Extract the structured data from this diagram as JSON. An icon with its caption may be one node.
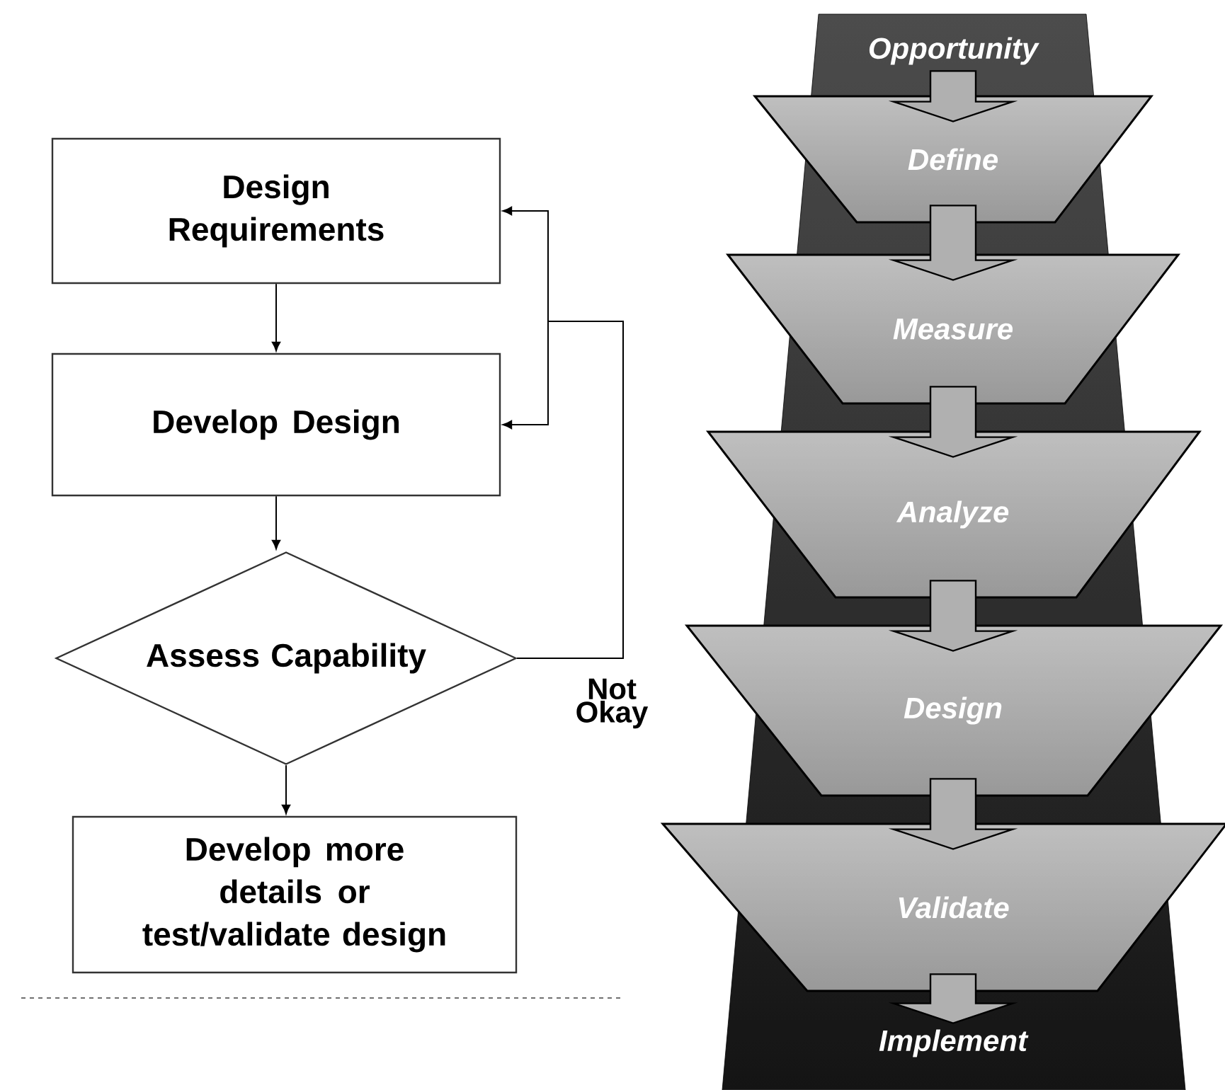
{
  "diagram": {
    "nodes": [
      {
        "text": [
          "Design Requirements"
        ]
      },
      {
        "text": [
          "Develop Design"
        ]
      },
      {
        "text": [
          "Assess Capability"
        ]
      },
      {
        "text": [
          "Develop more details or test/validate design"
        ]
      },
      {
        "text": [
          "Opportunity"
        ]
      },
      {
        "text": [
          "Define"
        ]
      },
      {
        "text": [
          "Measure"
        ]
      },
      {
        "text": [
          "Analyze"
        ]
      },
      {
        "text": [
          "Design"
        ]
      },
      {
        "text": [
          "Validate"
        ]
      },
      {
        "text": [
          "Implement"
        ]
      }
    ],
    "edges": [
      {
        "from": 0,
        "to": 1,
        "arrow": "to"
      },
      {
        "from": 1,
        "to": 2,
        "arrow": "to"
      },
      {
        "from": 2,
        "to": 3,
        "arrow": "to"
      },
      {
        "from": 2,
        "to": 0,
        "arrow": "to",
        "label": "Not Okay"
      },
      {
        "from": 2,
        "to": 1,
        "arrow": "to"
      },
      {
        "from": 4,
        "to": 5,
        "arrow": "to",
        "style": "thick",
        "color": "#b0b0b0"
      },
      {
        "from": 5,
        "to": 6,
        "arrow": "to",
        "style": "thick",
        "color": "#b0b0b0"
      },
      {
        "from": 6,
        "to": 7,
        "arrow": "to",
        "style": "thick",
        "color": "#b0b0b0"
      },
      {
        "from": 7,
        "to": 8,
        "arrow": "to",
        "style": "thick",
        "color": "#b0b0b0"
      },
      {
        "from": 8,
        "to": 9,
        "arrow": "to",
        "style": "thick",
        "color": "#b0b0b0"
      },
      {
        "from": 9,
        "to": 10,
        "arrow": "to",
        "style": "thick",
        "color": "#b0b0b0"
      }
    ]
  }
}
